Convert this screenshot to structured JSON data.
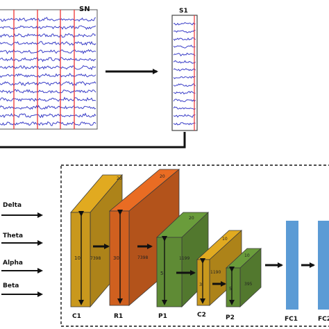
{
  "eeg_top": {
    "label_sn": "SN",
    "label_s1": "S1"
  },
  "inputs": [
    {
      "label": "Delta"
    },
    {
      "label": "Theta"
    },
    {
      "label": "Alpha"
    },
    {
      "label": "Beta"
    }
  ],
  "layers": {
    "c1": {
      "name": "C1",
      "depth": "20",
      "height": "10",
      "width": "7398",
      "color": "#c9981d"
    },
    "r1": {
      "name": "R1",
      "depth": "20",
      "height": "30",
      "width": "7398",
      "color": "#d0601f"
    },
    "p1": {
      "name": "P1",
      "depth": "20",
      "height": "5",
      "width": "1199",
      "color": "#5f8b35"
    },
    "c2": {
      "name": "C2",
      "depth": "10",
      "height": "3",
      "width": "1190",
      "color": "#c9981d"
    },
    "p2": {
      "name": "P2",
      "depth": "10",
      "height": "5",
      "width": "395",
      "color": "#5f8b35"
    },
    "fc1": {
      "name": "FC1",
      "color": "#5b9bd5"
    },
    "fc2": {
      "name": "FC2",
      "color": "#5b9bd5"
    }
  }
}
